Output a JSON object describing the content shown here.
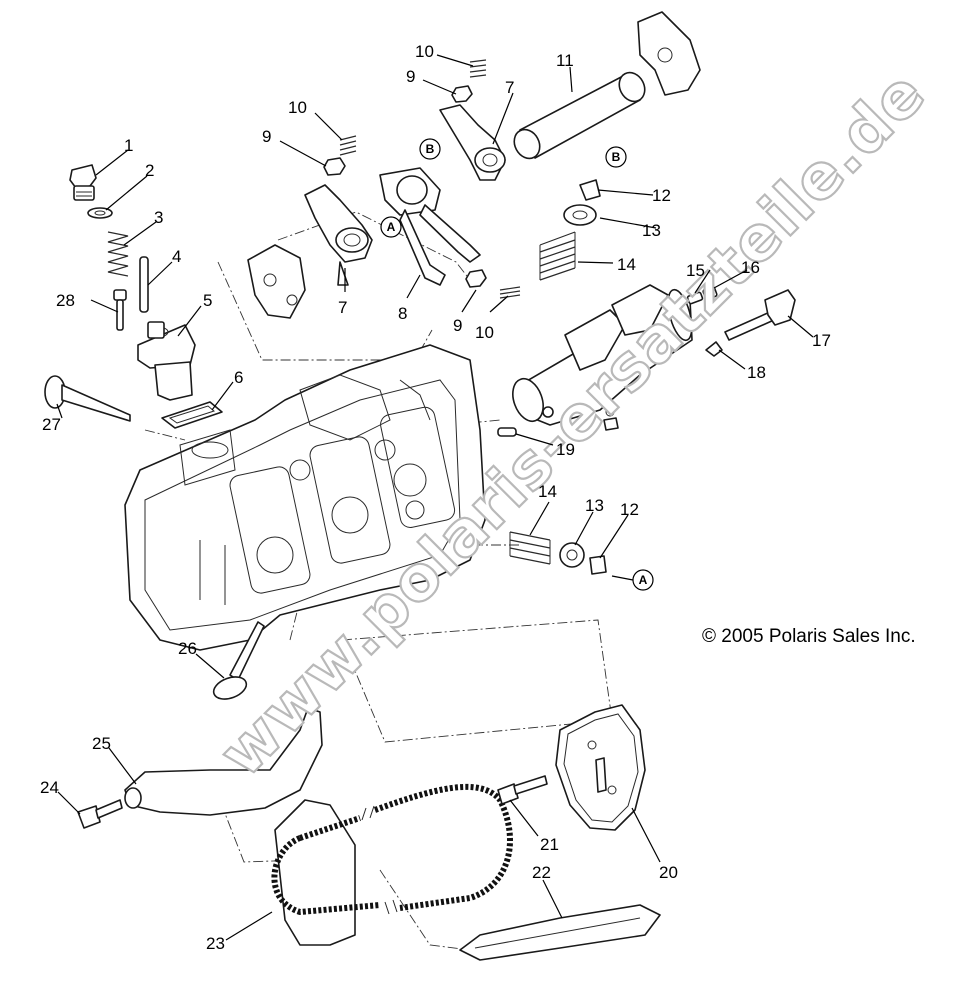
{
  "copyright": "© 2005 Polaris Sales Inc.",
  "watermark": "www.polaris-ersatzteile.de",
  "reference_markers": [
    "A",
    "B"
  ],
  "callouts": [
    "1",
    "2",
    "3",
    "4",
    "5",
    "6",
    "7",
    "8",
    "9",
    "10",
    "11",
    "12",
    "13",
    "14",
    "15",
    "16",
    "17",
    "18",
    "19",
    "20",
    "21",
    "22",
    "23",
    "24",
    "25",
    "26",
    "27",
    "28"
  ]
}
